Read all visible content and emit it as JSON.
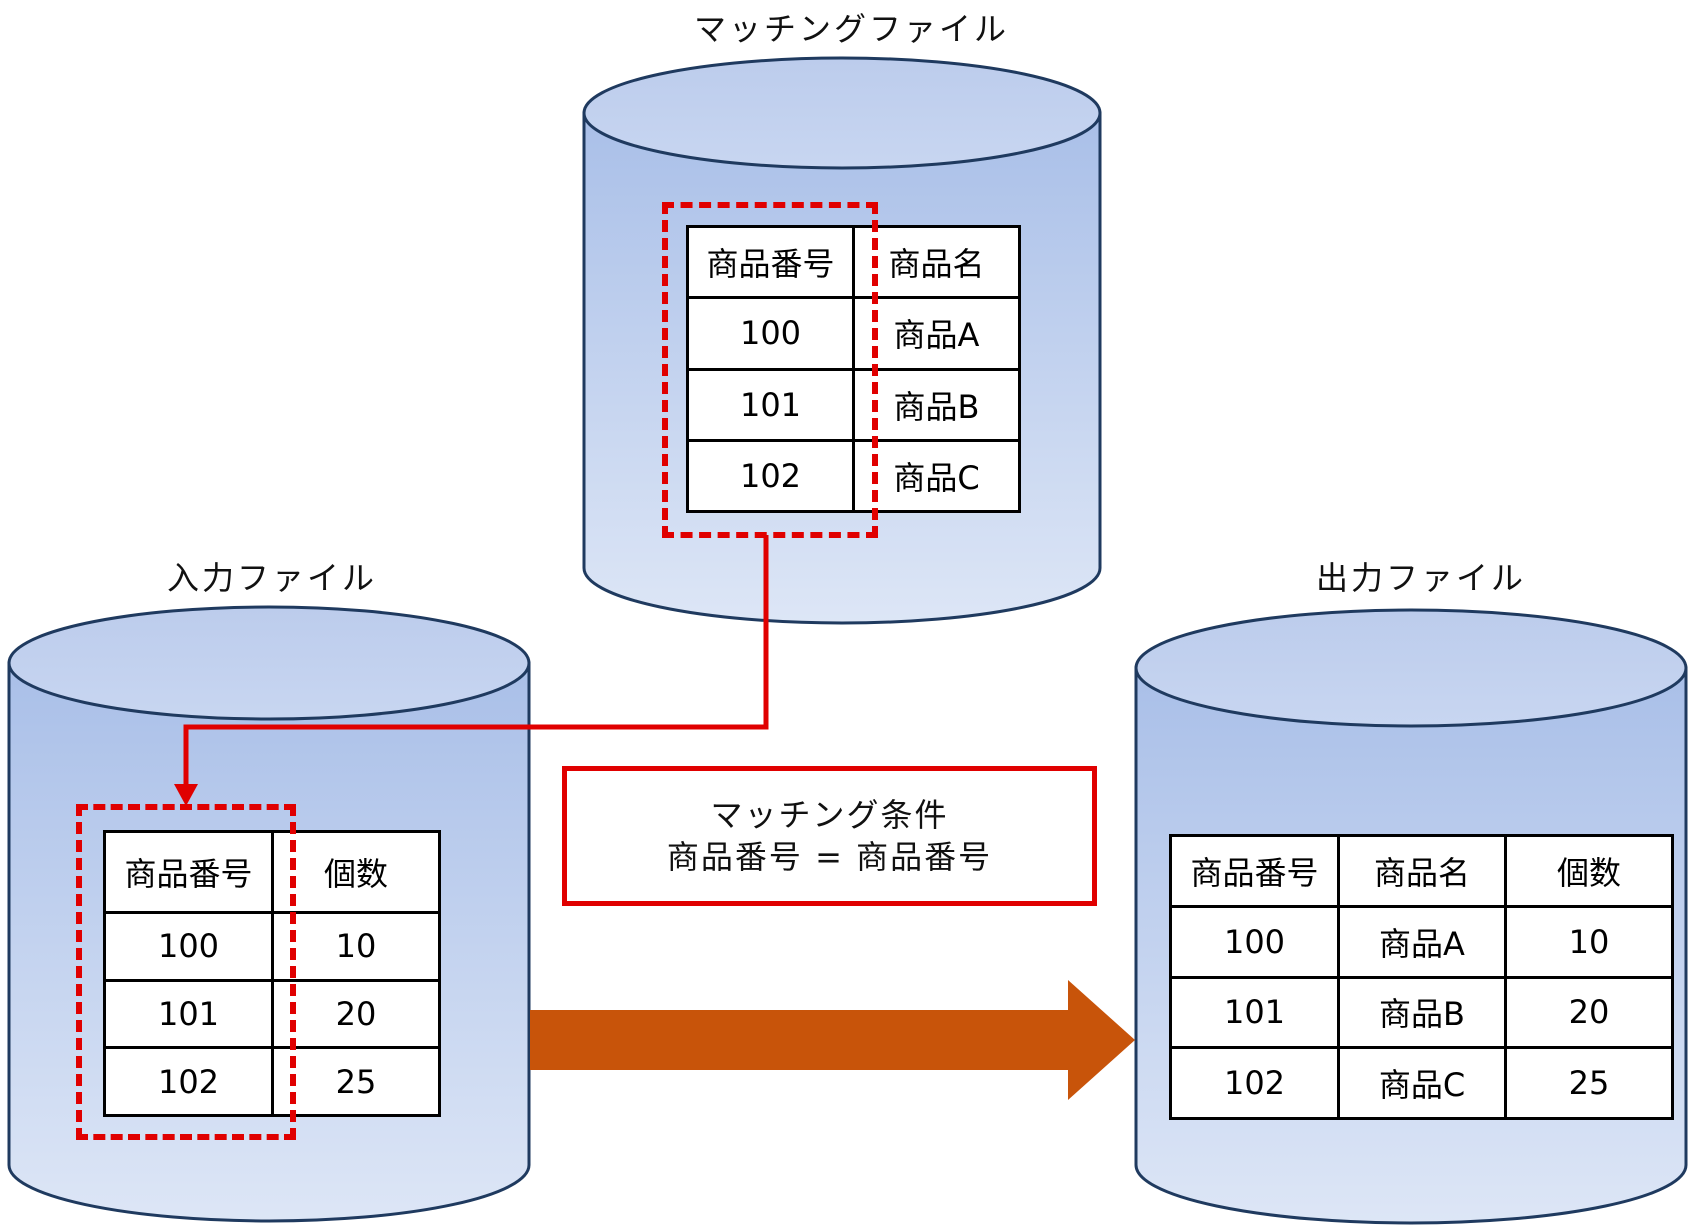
{
  "labels": {
    "matching_file": "マッチングファイル",
    "input_file": "入力ファイル",
    "output_file": "出力ファイル"
  },
  "matching_table": {
    "headers": [
      "商品番号",
      "商品名"
    ],
    "rows": [
      [
        "100",
        "商品A"
      ],
      [
        "101",
        "商品B"
      ],
      [
        "102",
        "商品C"
      ]
    ]
  },
  "input_table": {
    "headers": [
      "商品番号",
      "個数"
    ],
    "rows": [
      [
        "100",
        "10"
      ],
      [
        "101",
        "20"
      ],
      [
        "102",
        "25"
      ]
    ]
  },
  "output_table": {
    "headers": [
      "商品番号",
      "商品名",
      "個数"
    ],
    "rows": [
      [
        "100",
        "商品A",
        "10"
      ],
      [
        "101",
        "商品B",
        "20"
      ],
      [
        "102",
        "商品C",
        "25"
      ]
    ]
  },
  "condition": {
    "line1": "マッチング条件",
    "line2": "商品番号 = 商品番号"
  },
  "colors": {
    "highlight": "#e00000",
    "flow_arrow": "#c8540a",
    "cylinder_top": "#a9bfe8",
    "cylinder_bottom": "#dde6f6",
    "cylinder_stroke": "#1f3a5f"
  }
}
